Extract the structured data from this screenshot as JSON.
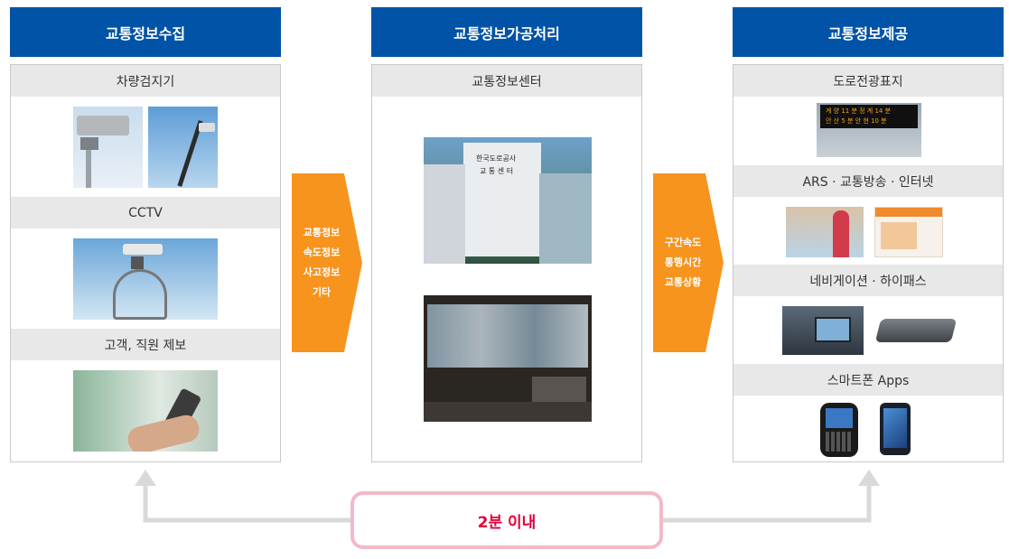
{
  "columns": [
    {
      "header": "교통정보수집",
      "sections": [
        "차량검지기",
        "CCTV",
        "고객, 직원 제보"
      ]
    },
    {
      "header": "교통정보가공처리",
      "sections": [
        "교통정보센터"
      ]
    },
    {
      "header": "교통정보제공",
      "sections": [
        "도로전광표지",
        "ARS · 교통방송 · 인터넷",
        "네비게이션 · 하이패스",
        "스마트폰 Apps"
      ]
    }
  ],
  "arrow1": {
    "lines": [
      "교통정보",
      "속도정보",
      "사고정보",
      "기타"
    ]
  },
  "arrow2": {
    "lines": [
      "구간속도",
      "통행시간",
      "교통상황"
    ]
  },
  "footer": {
    "label": "2분 이내"
  },
  "photo_captions": {
    "building_sign_1": "한국도로공사",
    "building_sign_2": "교 통 센 터",
    "vms_line_1": "계 양 11 분 정 계 14 분",
    "vms_line_2": "안 산 5 분 안 현 10 분"
  },
  "colors": {
    "header_blue": "#0053a6",
    "arrow_orange": "#f7941d",
    "pill_border": "#f4b8c6",
    "pill_text": "#e4003a"
  }
}
